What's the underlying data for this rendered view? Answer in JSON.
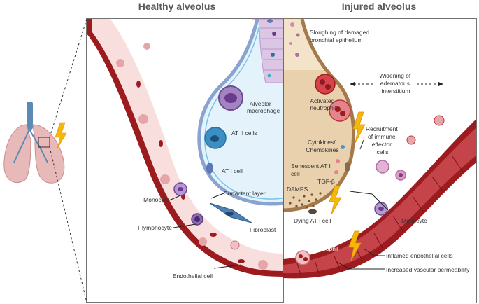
{
  "headings": {
    "healthy": "Healthy alveolus",
    "injured": "Injured alveolus"
  },
  "labels": {
    "alveolar_macrophage": [
      "Alveolar",
      "macrophage"
    ],
    "at2": "AT II cells",
    "at1": "AT I cell",
    "surfactant": "Surfactant layer",
    "monocyte_left": "Monocyte",
    "t_lymphocyte": "T lymphocyte",
    "fibroblast": "Fibroblast",
    "endothelial": "Endothelial cell",
    "sloughing": [
      "Sloughing of damaged",
      "bronchial epithelium"
    ],
    "activated_neutrophil": [
      "Activated",
      "neutrophil"
    ],
    "widening": [
      "Widening of",
      "edematous",
      "interstitium"
    ],
    "recruitment": [
      "Recruitment",
      "of immune",
      "effector",
      "cells"
    ],
    "cytokines": [
      "Cytokines/",
      "Chemokines"
    ],
    "senescent": [
      "Senescent AT I",
      "cell"
    ],
    "tgf": "TGF-β",
    "damps": "DAMPS",
    "dying": "Dying AT I cell",
    "monocyte_right": "Monocyte",
    "neutrophil": "Neutrophil",
    "inflamed": "Inflamed endothelial cells",
    "permeability": "Increased vascular permeability"
  },
  "colors": {
    "vessel_wall": "#9b1b1e",
    "vessel_lumen": "#f9dede",
    "injured_lumen": "#b8343a",
    "alveolus_fill": "#e4f3fb",
    "injured_alveolus_fill": "#e9d1ad",
    "lung": "#e8b9b9",
    "trachea": "#5b8bb5",
    "lightning": "#f5b70a",
    "at1_blue": "#8aa3cf",
    "macrophage_purple": "#7c5e9e",
    "neutrophil_red": "#d7434b"
  }
}
